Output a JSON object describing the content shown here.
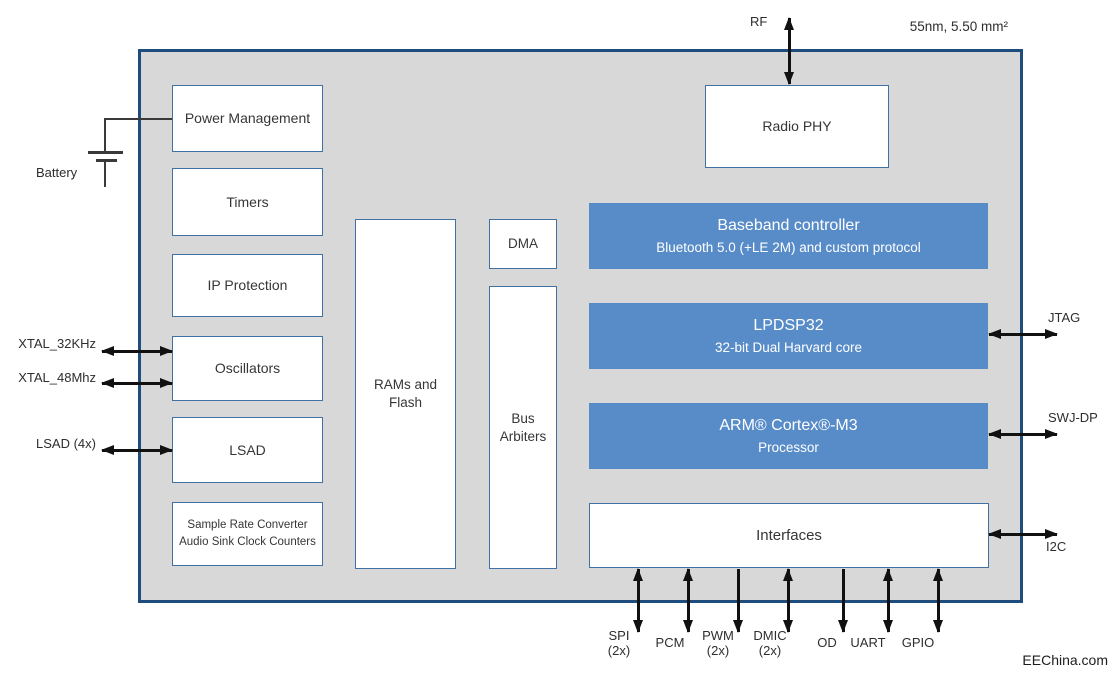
{
  "meta": {
    "process_label": "55nm, 5.50 mm²",
    "watermark": "EEChina.com",
    "colors": {
      "chip_fill": "#d8d8d8",
      "chip_border": "#1e4c7c",
      "block_border": "#4170a2",
      "accent_blue": "#588cc8"
    }
  },
  "external_ports": {
    "battery": "Battery",
    "rf": "RF",
    "xtal_32k": "XTAL_32KHz",
    "xtal_48m": "XTAL_48Mhz",
    "lsad": "LSAD (4x)",
    "jtag": "JTAG",
    "swj_dp": "SWJ-DP",
    "i2c": "I2C"
  },
  "bottom_ports": [
    {
      "label": "SPI",
      "sub": "(2x)",
      "direction": "bidirectional"
    },
    {
      "label": "PCM",
      "sub": "",
      "direction": "bidirectional"
    },
    {
      "label": "PWM",
      "sub": "(2x)",
      "direction": "output"
    },
    {
      "label": "DMIC",
      "sub": "(2x)",
      "direction": "bidirectional"
    },
    {
      "label": "OD",
      "sub": "",
      "direction": "output"
    },
    {
      "label": "UART",
      "sub": "",
      "direction": "bidirectional"
    },
    {
      "label": "GPIO",
      "sub": "",
      "direction": "bidirectional"
    }
  ],
  "blocks": {
    "power_management": "Power Management",
    "timers": "Timers",
    "ip_protection": "IP Protection",
    "oscillators": "Oscillators",
    "lsad": "LSAD",
    "sample_rate_line1": "Sample Rate Converter",
    "sample_rate_line2": "Audio Sink Clock Counters",
    "rams_line1": "RAMs and",
    "rams_line2": "Flash",
    "dma": "DMA",
    "bus_line1": "Bus",
    "bus_line2": "Arbiters",
    "radio_phy": "Radio PHY",
    "baseband_title": "Baseband controller",
    "baseband_subtitle": "Bluetooth 5.0 (+LE 2M) and custom protocol",
    "lpdsp_title": "LPDSP32",
    "lpdsp_subtitle": "32-bit Dual Harvard core",
    "cortex_title": "ARM® Cortex®-M3",
    "cortex_subtitle": "Processor",
    "interfaces": "Interfaces"
  }
}
